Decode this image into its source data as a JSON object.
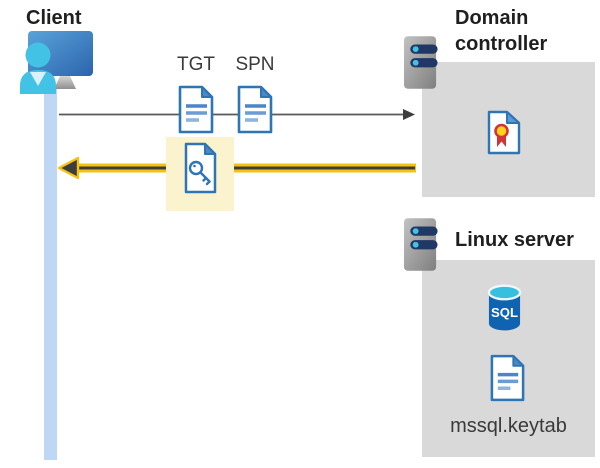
{
  "client": {
    "label": "Client"
  },
  "tickets": {
    "tgt": "TGT",
    "spn": "SPN"
  },
  "domain_controller": {
    "title": "Domain controller"
  },
  "linux_server": {
    "title": "Linux server",
    "sql_badge": "SQL",
    "keytab_file": "mssql.keytab"
  },
  "icons": {
    "client_workstation": "monitor-with-user-icon",
    "server": "server-rack-icon",
    "ticket_document": "document-icon",
    "key_document": "key-document-icon",
    "certificate": "certificate-icon",
    "sql_database": "sql-database-icon",
    "request_arrow": "right-arrow-gray",
    "response_arrow": "left-arrow-yellow-highlight"
  },
  "colors": {
    "background": "#ffffff",
    "box_gray": "#d9d9d9",
    "lifeline_blue": "#bdd7f4",
    "highlight_yellow": "#faf3cd",
    "arrow_gray": "#595959",
    "arrow_yellow_casing": "#f5c211",
    "arrow_dark_core": "#3d3d3d",
    "doc_border_blue": "#2e75b6",
    "doc_fold_blue": "#4a8ac4",
    "doc_line_blue": "#4a86c8",
    "doc_line_light": "#8fb4e0",
    "person_cyan": "#42c2e4",
    "monitor_blue_light": "#549bd7",
    "monitor_blue_dark": "#2c64ad",
    "server_slot_navy": "#203864",
    "server_dot_cyan": "#45c1e8",
    "sql_body_blue": "#0f63b0",
    "sql_top_cyan": "#38bfdf",
    "cert_seal_yellow": "#ffd21c",
    "cert_ribbon_red": "#cf3438",
    "heading_text": "#1f1f1f",
    "label_text": "#3a3a3a"
  }
}
